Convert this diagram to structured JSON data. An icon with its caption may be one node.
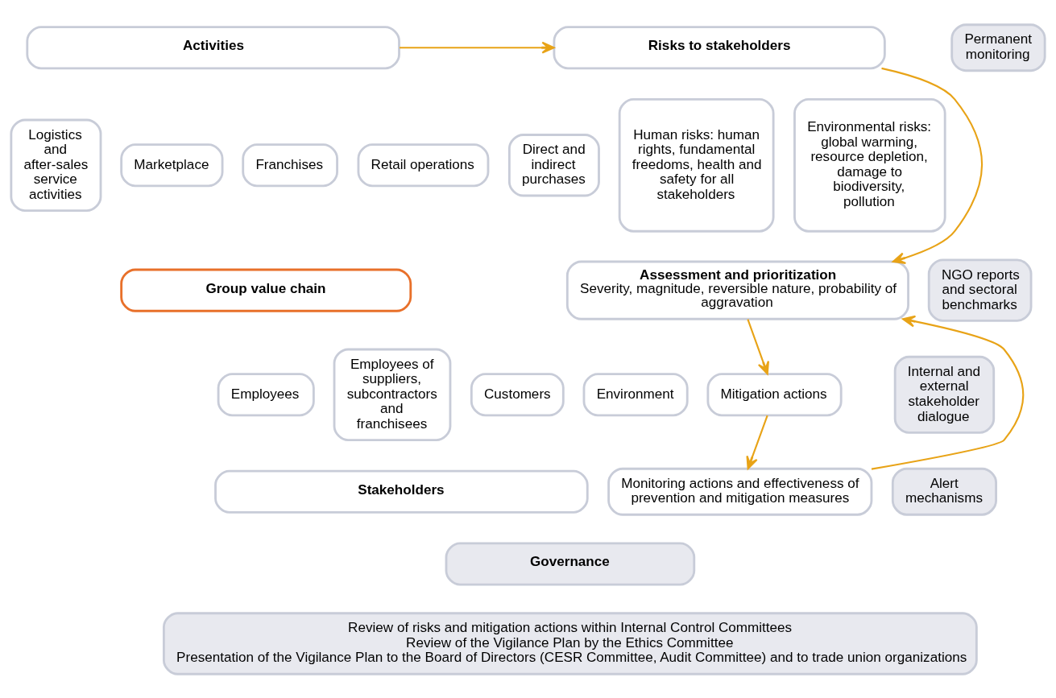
{
  "diagram": {
    "nodes": [
      {
        "text": [
          "Activities"
        ]
      },
      {
        "text": [
          "Logistics and after-sales service activities"
        ]
      },
      {
        "text": [
          "Marketplace"
        ]
      },
      {
        "text": [
          "Franchises"
        ]
      },
      {
        "text": [
          "Retail operations"
        ]
      },
      {
        "text": [
          "Direct and indirect purchases"
        ]
      },
      {
        "text": [
          "Group value chain"
        ]
      },
      {
        "text": [
          "Employees"
        ]
      },
      {
        "text": [
          "Employees of suppliers, subcontractors and franchisees"
        ]
      },
      {
        "text": [
          "Customers"
        ]
      },
      {
        "text": [
          "Environment"
        ]
      },
      {
        "text": [
          "Stakeholders"
        ]
      },
      {
        "text": [
          "Risks to stakeholders"
        ]
      },
      {
        "text": [
          "Human risks: human rights, fundamental freedoms, health and safety for all stakeholders"
        ]
      },
      {
        "text": [
          "Environmental risks: global warming, resource depletion, damage to biodiversity, pollution"
        ]
      },
      {
        "text": [
          "Assessment and prioritization",
          "Severity, magnitude, reversible nature, probability of aggravation"
        ]
      },
      {
        "text": [
          "Mitigation actions"
        ]
      },
      {
        "text": [
          "Monitoring actions and effectiveness of prevention and mitigation measures"
        ]
      },
      {
        "text": [
          "Permanent monitoring"
        ]
      },
      {
        "text": [
          "NGO reports and sectoral benchmarks"
        ]
      },
      {
        "text": [
          "Internal and external stakeholder dialogue"
        ]
      },
      {
        "text": [
          "Alert mechanisms"
        ]
      },
      {
        "text": [
          "Governance"
        ]
      },
      {
        "text": [
          "Review of risks and mitigation actions within Internal Control Committees",
          "Review of the Vigilance Plan by the Ethics Committee",
          "Presentation of the Vigilance Plan to the Board of Directors (CESR Committee, Audit Committee) and to trade union organizations"
        ]
      }
    ],
    "edges": [
      {
        "from": 0,
        "to": 12,
        "arrow": "to"
      },
      {
        "from": 12,
        "to": 15,
        "arrow": "to"
      },
      {
        "from": 15,
        "to": 16,
        "arrow": "to"
      },
      {
        "from": 16,
        "to": 17,
        "arrow": "to"
      },
      {
        "from": 17,
        "to": 15,
        "arrow": "to"
      }
    ]
  }
}
